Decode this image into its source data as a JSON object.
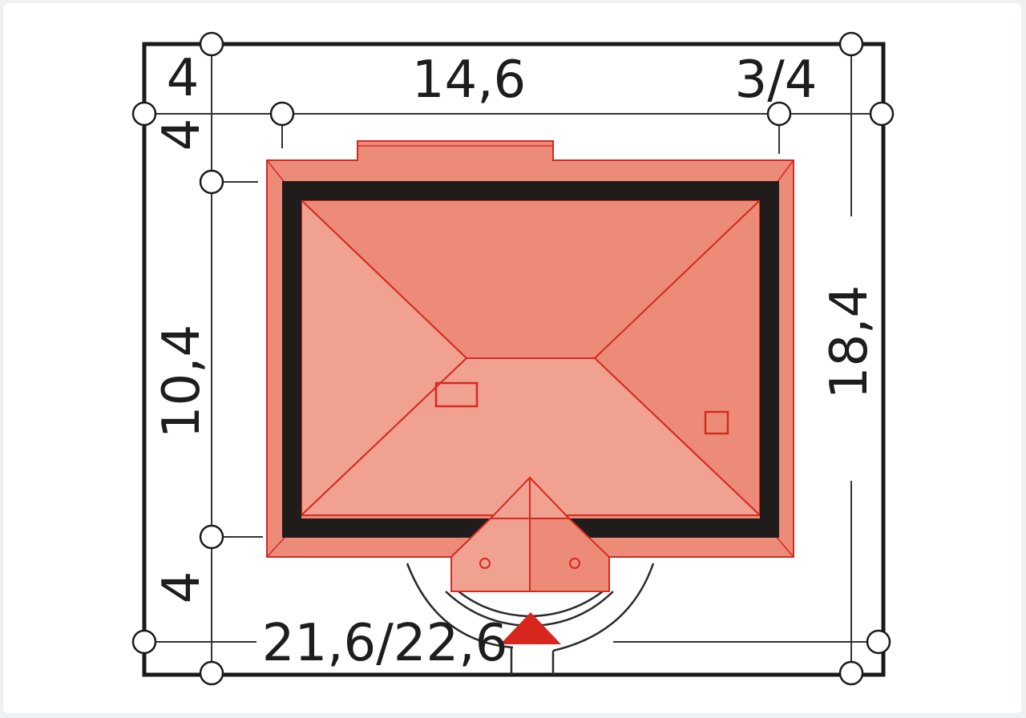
{
  "dimensions": {
    "top_left_setback": "4",
    "building_width": "14,6",
    "top_right_setback": "3/4",
    "left_top_setback": "4",
    "building_depth": "10,4",
    "left_bottom_setback": "4",
    "plot_depth": "18,4",
    "plot_width": "21,6/22,6"
  },
  "colors": {
    "plot_outline": "#1a1a1a",
    "wall": "#211c1c",
    "roof_light": "#f0a18f",
    "roof_mid": "#ec8c78",
    "roof_line": "#d42a24",
    "entrance_arrow": "#d7261e"
  }
}
